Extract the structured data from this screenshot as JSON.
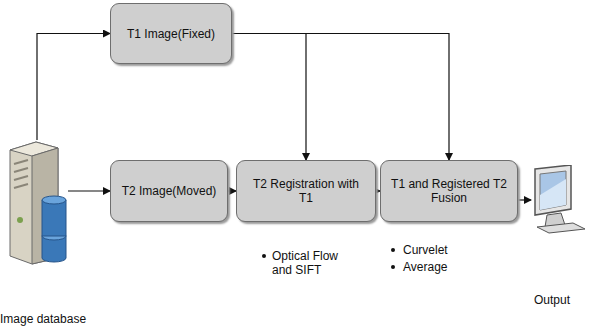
{
  "diagram": {
    "nodes": [
      {
        "text": [
          "Image database"
        ]
      },
      {
        "text": [
          "T1 Image(Fixed)"
        ]
      },
      {
        "text": [
          "T2 Image(Moved)"
        ]
      },
      {
        "text": [
          "T2 Registration with T1"
        ]
      },
      {
        "text": [
          "T1 and Registered T2 Fusion"
        ]
      },
      {
        "text": [
          "Output"
        ]
      }
    ],
    "edges": [
      {
        "from": 0,
        "to": 1,
        "arrow": "to"
      },
      {
        "from": 0,
        "to": 2,
        "arrow": "to"
      },
      {
        "from": 1,
        "to": 3,
        "arrow": "to"
      },
      {
        "from": 1,
        "to": 4,
        "arrow": "to"
      },
      {
        "from": 2,
        "to": 3,
        "arrow": "to"
      },
      {
        "from": 3,
        "to": 4,
        "arrow": "to"
      },
      {
        "from": 4,
        "to": 5,
        "arrow": "to"
      }
    ],
    "labels": [
      "Optical Flow and SIFT",
      "Curvelet",
      "Average"
    ]
  }
}
